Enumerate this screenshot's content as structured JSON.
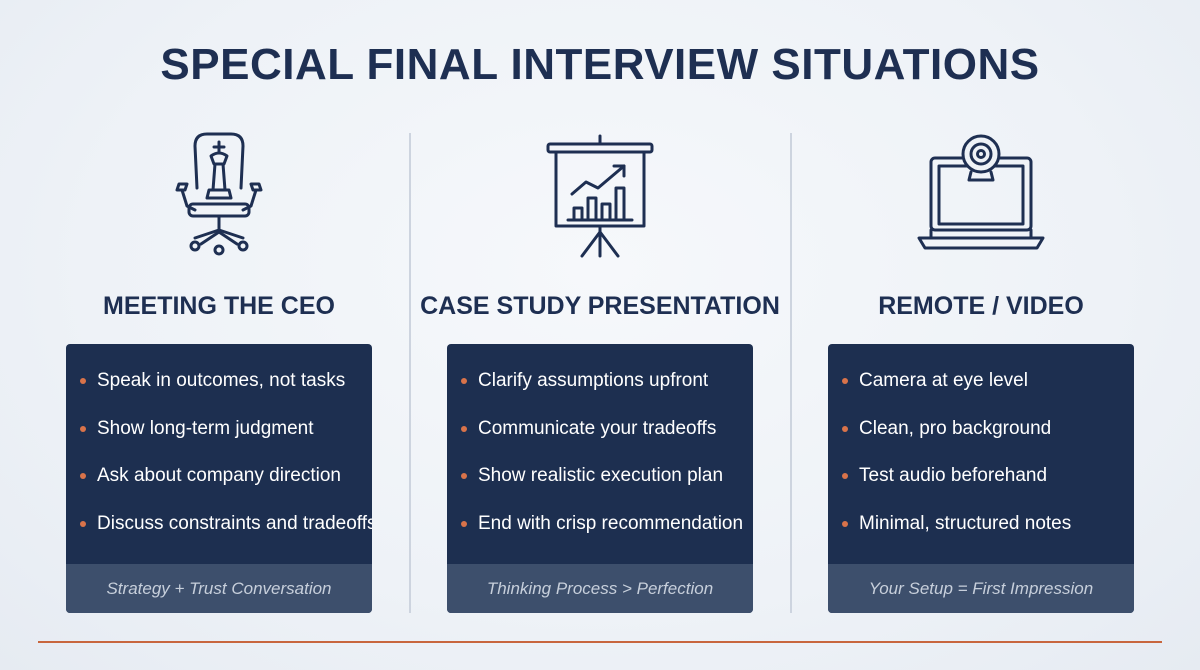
{
  "title": "SPECIAL FINAL INTERVIEW SITUATIONS",
  "colors": {
    "navy": "#1e2f52",
    "card": "#1d2f50",
    "accent": "#d9734a"
  },
  "columns": [
    {
      "icon": "executive-chair-icon",
      "heading": "MEETING THE CEO",
      "items": [
        "Speak in outcomes, not tasks",
        "Show long-term judgment",
        "Ask about company direction",
        "Discuss constraints and tradeoffs"
      ],
      "footer": "Strategy + Trust Conversation"
    },
    {
      "icon": "presentation-board-icon",
      "heading": "CASE STUDY PRESENTATION",
      "items": [
        "Clarify assumptions upfront",
        "Communicate your tradeoffs",
        "Show realistic execution plan",
        "End with crisp recommendation"
      ],
      "footer": "Thinking Process > Perfection"
    },
    {
      "icon": "laptop-webcam-icon",
      "heading": "REMOTE / VIDEO",
      "items": [
        "Camera at eye level",
        "Clean, pro background",
        "Test audio beforehand",
        "Minimal, structured notes"
      ],
      "footer": "Your Setup = First Impression"
    }
  ]
}
